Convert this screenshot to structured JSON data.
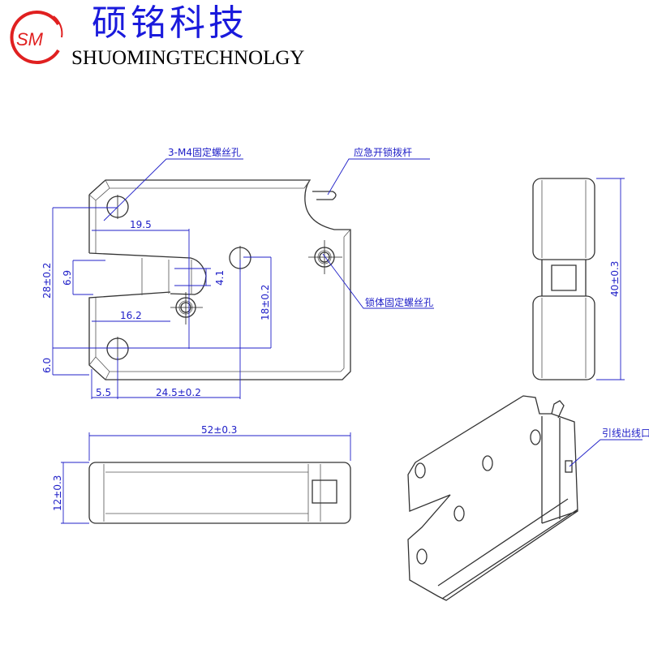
{
  "brand": {
    "logo_text": "SM",
    "name_cn": "硕铭科技",
    "name_en": "SHUOMINGTECHNOLGY",
    "colors": {
      "logo": "#e02020",
      "cn": "#1a1adc",
      "dimension": "#2020c8"
    }
  },
  "callouts": {
    "mount_holes": "3-M4固定螺丝孔",
    "emergency_lever": "应急开锁拨杆",
    "body_screw_hole": "锁体固定螺丝孔",
    "wire_outlet": "引线出线口"
  },
  "dimensions": {
    "d19_5": "19.5",
    "d28": "28±0.2",
    "d6_9": "6.9",
    "d4_1": "4.1",
    "d18": "18±0.2",
    "d16_2": "16.2",
    "d6_0": "6.0",
    "d5_5": "5.5",
    "d24_5": "24.5±0.2",
    "d40": "40±0.3",
    "d52": "52±0.3",
    "d12": "12±0.3"
  }
}
